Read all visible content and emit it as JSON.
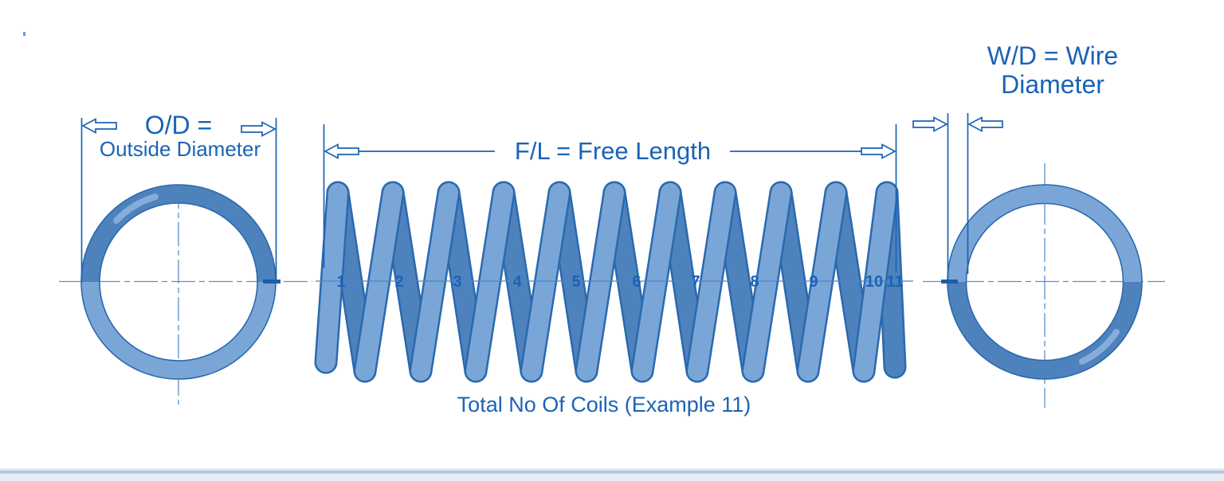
{
  "title": "Compression Spring Dimension Diagram",
  "labels": {
    "od_line1": "O/D =",
    "od_line2": "Outside Diameter",
    "fl": "F/L = Free Length",
    "wd_line1": "W/D = Wire",
    "wd_line2": "Diameter",
    "total_coils": "Total No Of Coils (Example 11)"
  },
  "spring": {
    "total_coils_example": 11,
    "coil_numbers": [
      "1",
      "2",
      "3",
      "4",
      "5",
      "6",
      "7",
      "8",
      "9",
      "10",
      "11"
    ]
  },
  "colors": {
    "label_text": "#1b63b5",
    "dimension_line": "#1b63b5",
    "spring_light": "#7aa6d7",
    "spring_dark": "#4e82bd",
    "spring_outline": "#2a69af",
    "centerline": "#5b91cf",
    "ring_highlight": "#8fb5e0",
    "footer_bar_border": "#b3c3dc",
    "footer_bar_fill": "#e7edf6",
    "background": "#ffffff"
  }
}
